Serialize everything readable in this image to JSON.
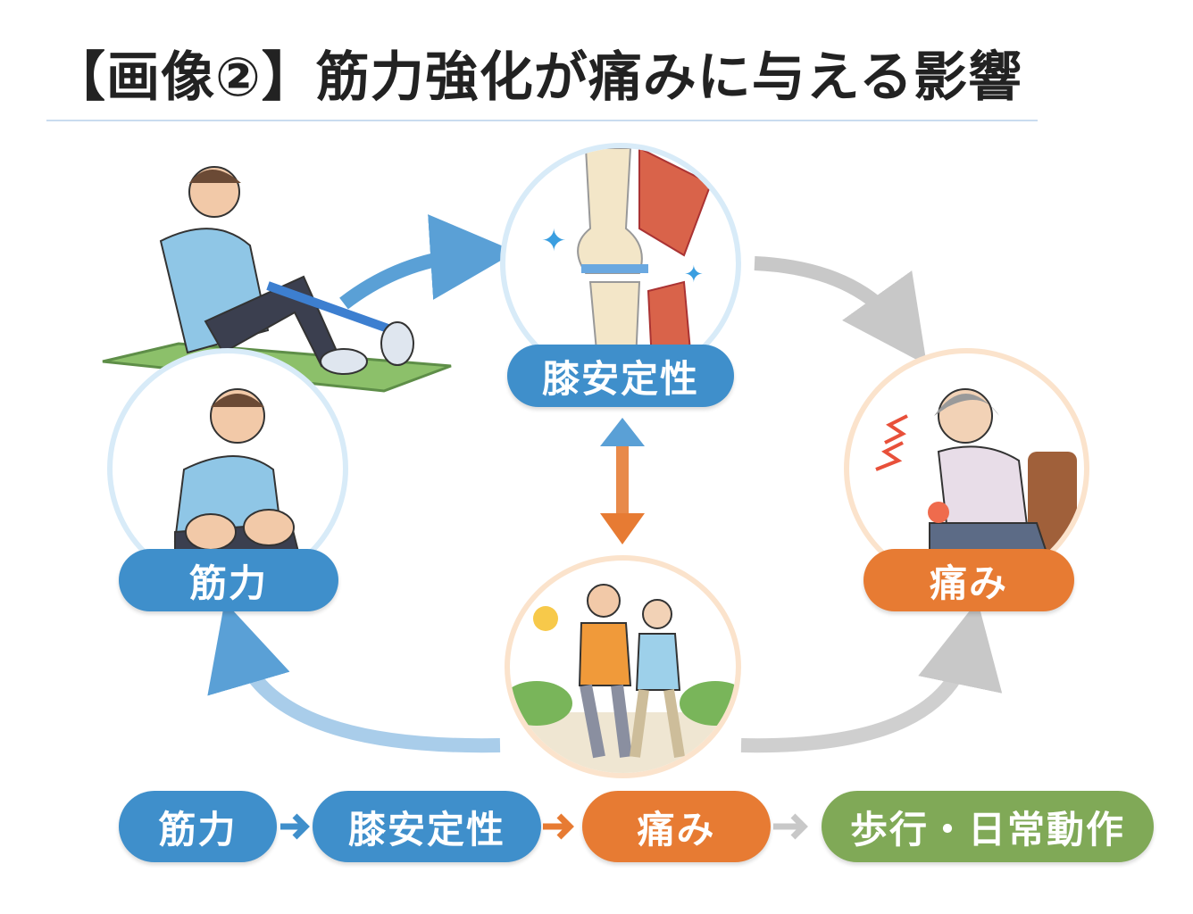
{
  "title": "【画像②】筋力強化が痛みに与える影響",
  "nodes": {
    "knee_stability": "膝安定性",
    "muscle_strength": "筋力",
    "pain": "痛み"
  },
  "flow": [
    {
      "label": "筋力",
      "color": "#3f8fcb"
    },
    {
      "label": "膝安定性",
      "color": "#3f8fcb"
    },
    {
      "label": "痛み",
      "color": "#e77b33"
    },
    {
      "label": "歩行・日常動作",
      "color": "#80a957"
    }
  ],
  "colors": {
    "blue": "#3f8fcb",
    "orange": "#e77b33",
    "green": "#80a957",
    "gray_arrow": "#c8c8c8"
  },
  "icons": [
    "band-exercise-illustration",
    "knee-joint-illustration",
    "knee-pain-illustration",
    "seated-man-illustration",
    "walking-couple-illustration"
  ]
}
